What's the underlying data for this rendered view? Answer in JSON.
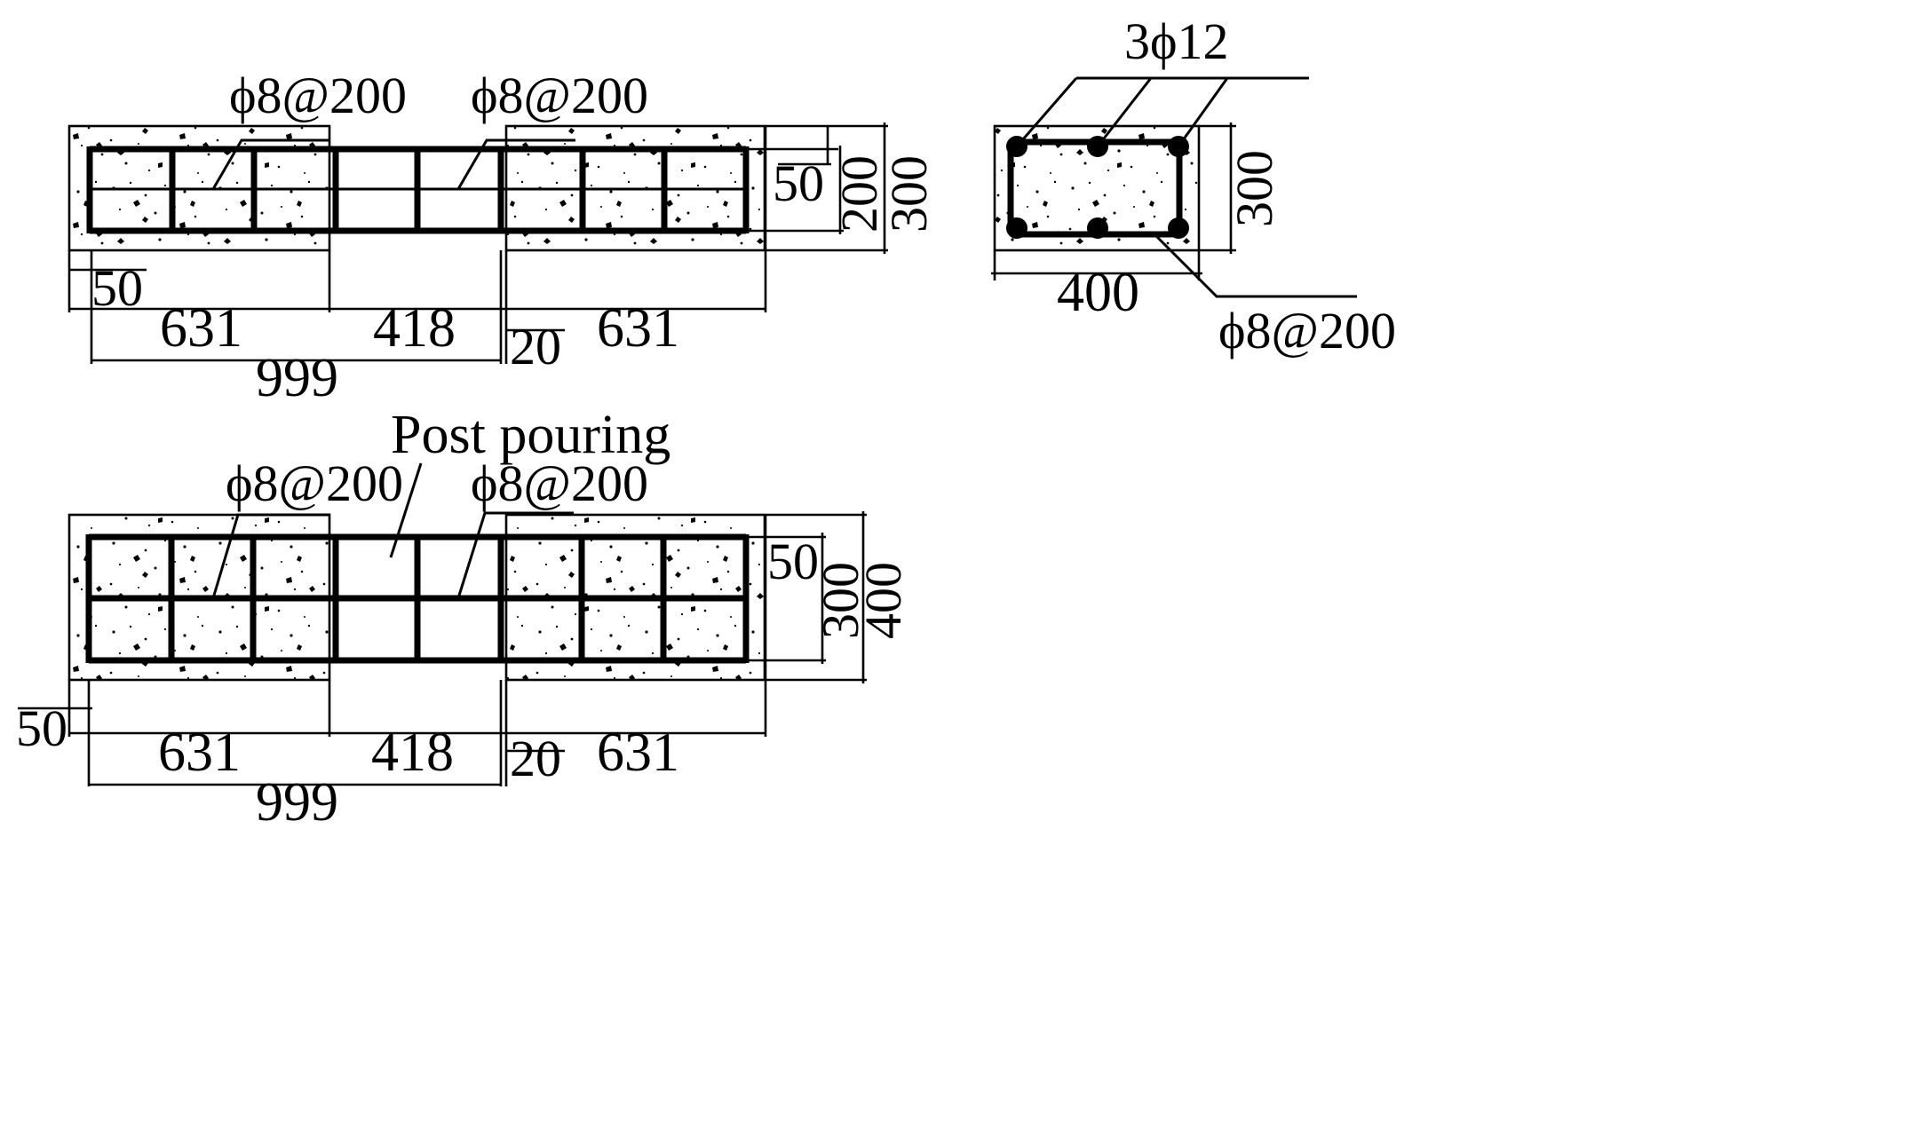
{
  "beam_top": {
    "callout_left": "ϕ8@200",
    "callout_mid": "ϕ8@200",
    "dim_cover_bottom": "50",
    "dim_span_left": "631",
    "dim_span_mid": "418",
    "dim_span_right": "631",
    "dim_joint": "20",
    "dim_total": "999",
    "dim_cover_right": "50",
    "dim_height_inner": "200",
    "dim_height_outer": "300"
  },
  "section": {
    "callout_bars": "3ϕ12",
    "dim_height": "300",
    "dim_width": "400",
    "callout_stirrup": "ϕ8@200"
  },
  "beam_bottom": {
    "title": "Post pouring",
    "callout_left": "ϕ8@200",
    "callout_mid": "ϕ8@200",
    "dim_cover_bottom": "50",
    "dim_span_left": "631",
    "dim_span_mid": "418",
    "dim_span_right": "631",
    "dim_joint": "20",
    "dim_total": "999",
    "dim_cover_right": "50",
    "dim_height_inner": "300",
    "dim_height_outer": "400"
  }
}
